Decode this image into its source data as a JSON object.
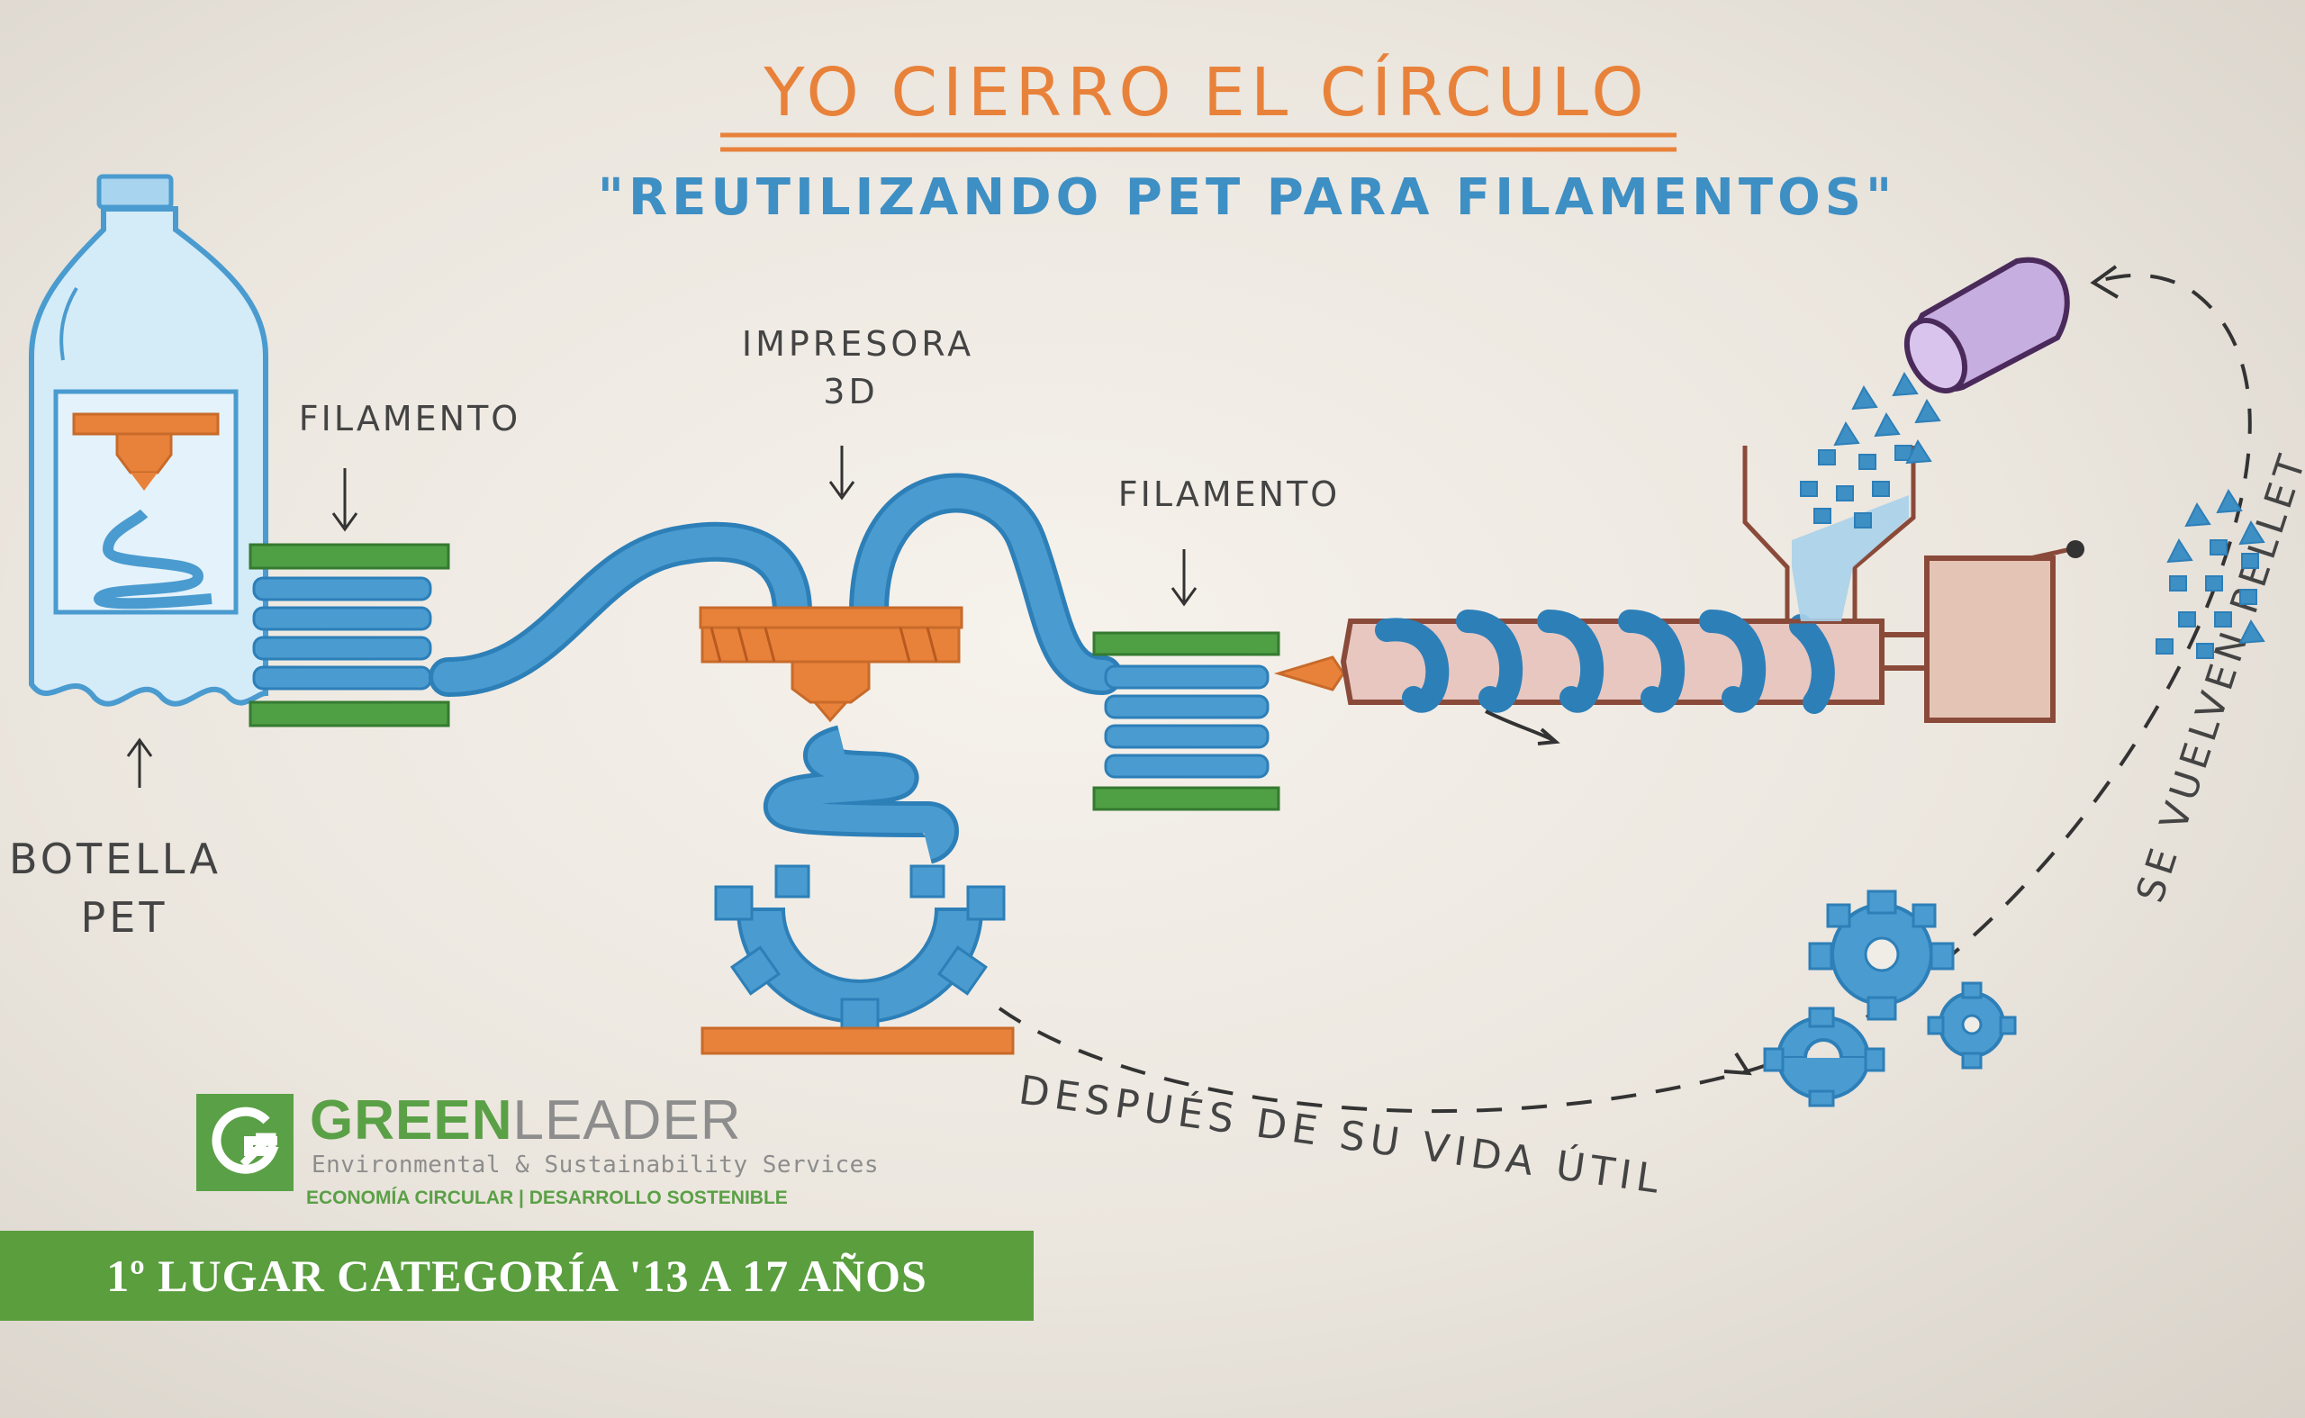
{
  "diagram": {
    "title": "YO CIERRO EL CÍRCULO",
    "subtitle": "\"REUTILIZANDO PET PARA FILAMENTOS\"",
    "labels": {
      "filamento_left": "FILAMENTO",
      "impresora_line1": "IMPRESORA",
      "impresora_line2": "3D",
      "filamento_right": "FILAMENTO",
      "botella_line1": "BOTELLA",
      "botella_line2": "PET",
      "despues": "DESPUÉS DE SU VIDA ÚTIL",
      "pellet": "SE VUELVEN PELLET"
    },
    "colors": {
      "blue": "#4a9bcf",
      "blue_dark": "#2d7fb8",
      "orange": "#e8823a",
      "green": "#4f9f45",
      "brown": "#8a4a3a",
      "purple": "#b89ad0",
      "ink": "#333333"
    }
  },
  "branding": {
    "logo_green": "GREEN",
    "logo_gray": "LEADER",
    "logo_sub": "Environmental & Sustainability Services",
    "logo_tag": "ECONOMÍA CIRCULAR | DESARROLLO SOSTENIBLE",
    "icon": "g-arrow-logo-icon"
  },
  "banner": {
    "text": "1º LUGAR CATEGORÍA '13 A 17 AÑOS",
    "color": "#5a9e3e"
  }
}
